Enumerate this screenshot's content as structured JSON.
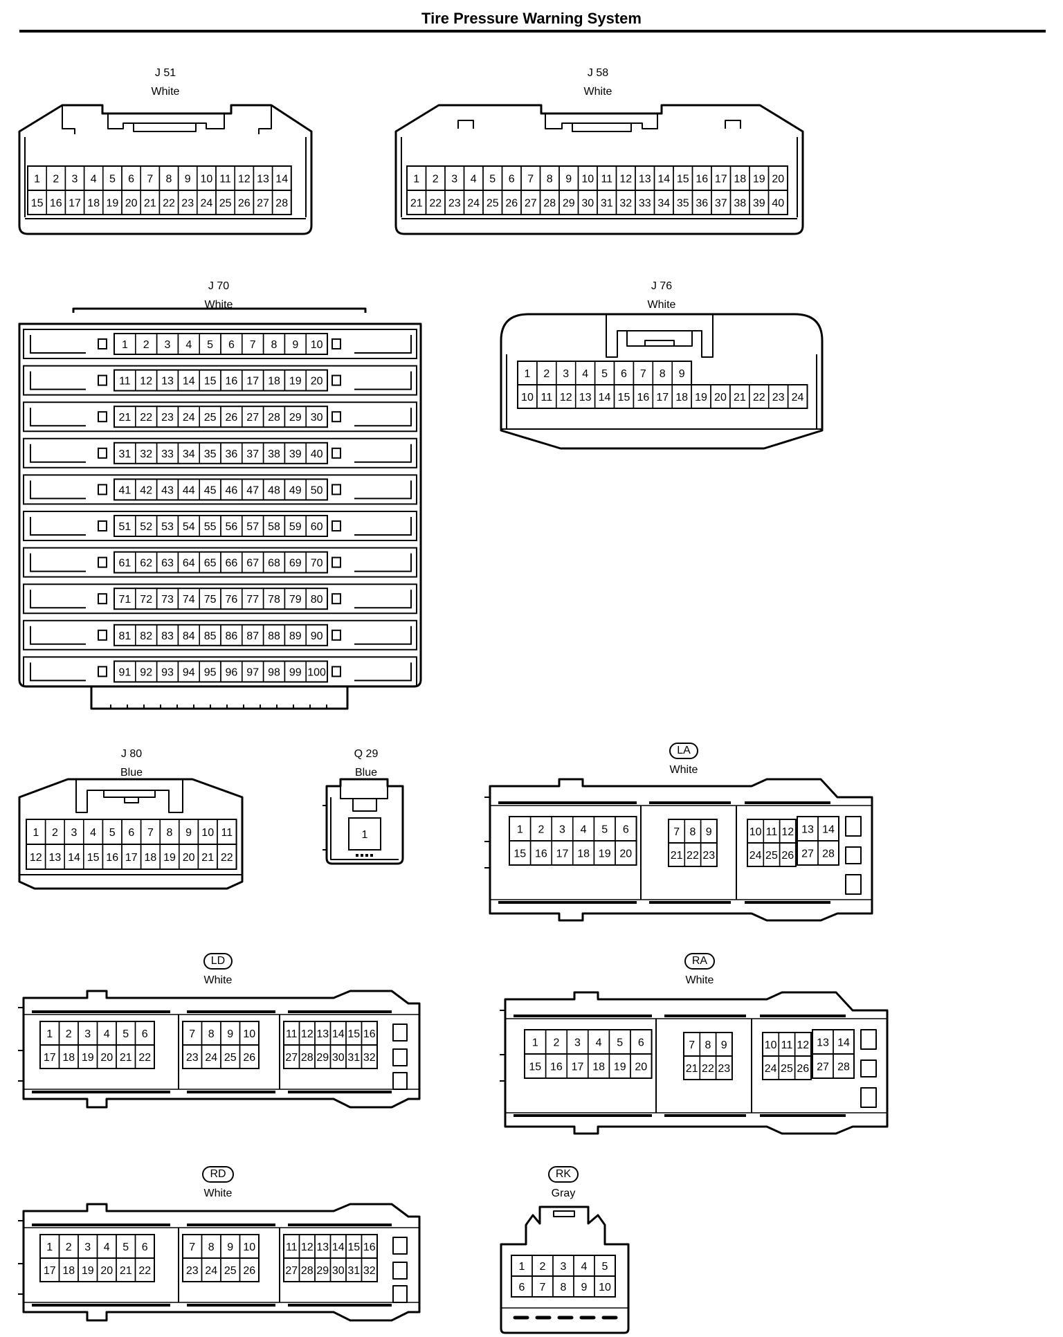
{
  "title": "Tire Pressure Warning System",
  "connectors": [
    {
      "id": "J51",
      "code": "J 51",
      "color": "White",
      "style": "plain",
      "rows": [
        [
          1,
          2,
          3,
          4,
          5,
          6,
          7,
          8,
          9,
          10,
          11,
          12,
          13,
          14
        ],
        [
          15,
          16,
          17,
          18,
          19,
          20,
          21,
          22,
          23,
          24,
          25,
          26,
          27,
          28
        ]
      ]
    },
    {
      "id": "J58",
      "code": "J 58",
      "color": "White",
      "style": "plain",
      "rows": [
        [
          1,
          2,
          3,
          4,
          5,
          6,
          7,
          8,
          9,
          10,
          11,
          12,
          13,
          14,
          15,
          16,
          17,
          18,
          19,
          20
        ],
        [
          21,
          22,
          23,
          24,
          25,
          26,
          27,
          28,
          29,
          30,
          31,
          32,
          33,
          34,
          35,
          36,
          37,
          38,
          39,
          40
        ]
      ]
    },
    {
      "id": "J70",
      "code": "J 70",
      "color": "White",
      "style": "plain",
      "rows": [
        [
          1,
          2,
          3,
          4,
          5,
          6,
          7,
          8,
          9,
          10
        ],
        [
          11,
          12,
          13,
          14,
          15,
          16,
          17,
          18,
          19,
          20
        ],
        [
          21,
          22,
          23,
          24,
          25,
          26,
          27,
          28,
          29,
          30
        ],
        [
          31,
          32,
          33,
          34,
          35,
          36,
          37,
          38,
          39,
          40
        ],
        [
          41,
          42,
          43,
          44,
          45,
          46,
          47,
          48,
          49,
          50
        ],
        [
          51,
          52,
          53,
          54,
          55,
          56,
          57,
          58,
          59,
          60
        ],
        [
          61,
          62,
          63,
          64,
          65,
          66,
          67,
          68,
          69,
          70
        ],
        [
          71,
          72,
          73,
          74,
          75,
          76,
          77,
          78,
          79,
          80
        ],
        [
          81,
          82,
          83,
          84,
          85,
          86,
          87,
          88,
          89,
          90
        ],
        [
          91,
          92,
          93,
          94,
          95,
          96,
          97,
          98,
          99,
          100
        ]
      ]
    },
    {
      "id": "J76",
      "code": "J 76",
      "color": "White",
      "style": "plain",
      "rows": [
        [
          1,
          2,
          3,
          4,
          5,
          6,
          7,
          8,
          9
        ],
        [
          10,
          11,
          12,
          13,
          14,
          15,
          16,
          17,
          18,
          19,
          20,
          21,
          22,
          23,
          24
        ]
      ]
    },
    {
      "id": "J80",
      "code": "J 80",
      "color": "Blue",
      "style": "plain",
      "rows": [
        [
          1,
          2,
          3,
          4,
          5,
          6,
          7,
          8,
          9,
          10,
          11
        ],
        [
          12,
          13,
          14,
          15,
          16,
          17,
          18,
          19,
          20,
          21,
          22
        ]
      ]
    },
    {
      "id": "Q29",
      "code": "Q 29",
      "color": "Blue",
      "style": "plain",
      "rows": [
        [
          1
        ]
      ]
    },
    {
      "id": "LA",
      "code": "LA",
      "color": "White",
      "style": "pill",
      "groups": [
        [
          [
            1,
            2,
            3,
            4,
            5,
            6
          ],
          [
            15,
            16,
            17,
            18,
            19,
            20
          ]
        ],
        [
          [
            7,
            8,
            9
          ],
          [
            21,
            22,
            23
          ]
        ],
        [
          [
            10,
            11,
            12
          ],
          [
            24,
            25,
            26
          ]
        ],
        [
          [
            13,
            14
          ],
          [
            27,
            28
          ]
        ]
      ]
    },
    {
      "id": "LD",
      "code": "LD",
      "color": "White",
      "style": "pill",
      "groups": [
        [
          [
            1,
            2,
            3,
            4,
            5,
            6
          ],
          [
            17,
            18,
            19,
            20,
            21,
            22
          ]
        ],
        [
          [
            7,
            8,
            9,
            10
          ],
          [
            23,
            24,
            25,
            26
          ]
        ],
        [
          [
            11,
            12,
            13,
            14,
            15,
            16
          ],
          [
            27,
            28,
            29,
            30,
            31,
            32
          ]
        ]
      ]
    },
    {
      "id": "RA",
      "code": "RA",
      "color": "White",
      "style": "pill",
      "groups": [
        [
          [
            1,
            2,
            3,
            4,
            5,
            6
          ],
          [
            15,
            16,
            17,
            18,
            19,
            20
          ]
        ],
        [
          [
            7,
            8,
            9
          ],
          [
            21,
            22,
            23
          ]
        ],
        [
          [
            10,
            11,
            12
          ],
          [
            24,
            25,
            26
          ]
        ],
        [
          [
            13,
            14
          ],
          [
            27,
            28
          ]
        ]
      ]
    },
    {
      "id": "RD",
      "code": "RD",
      "color": "White",
      "style": "pill",
      "groups": [
        [
          [
            1,
            2,
            3,
            4,
            5,
            6
          ],
          [
            17,
            18,
            19,
            20,
            21,
            22
          ]
        ],
        [
          [
            7,
            8,
            9,
            10
          ],
          [
            23,
            24,
            25,
            26
          ]
        ],
        [
          [
            11,
            12,
            13,
            14,
            15,
            16
          ],
          [
            27,
            28,
            29,
            30,
            31,
            32
          ]
        ]
      ]
    },
    {
      "id": "RK",
      "code": "RK",
      "color": "Gray",
      "style": "pill",
      "rows": [
        [
          1,
          2,
          3,
          4,
          5
        ],
        [
          6,
          7,
          8,
          9,
          10
        ]
      ]
    }
  ]
}
